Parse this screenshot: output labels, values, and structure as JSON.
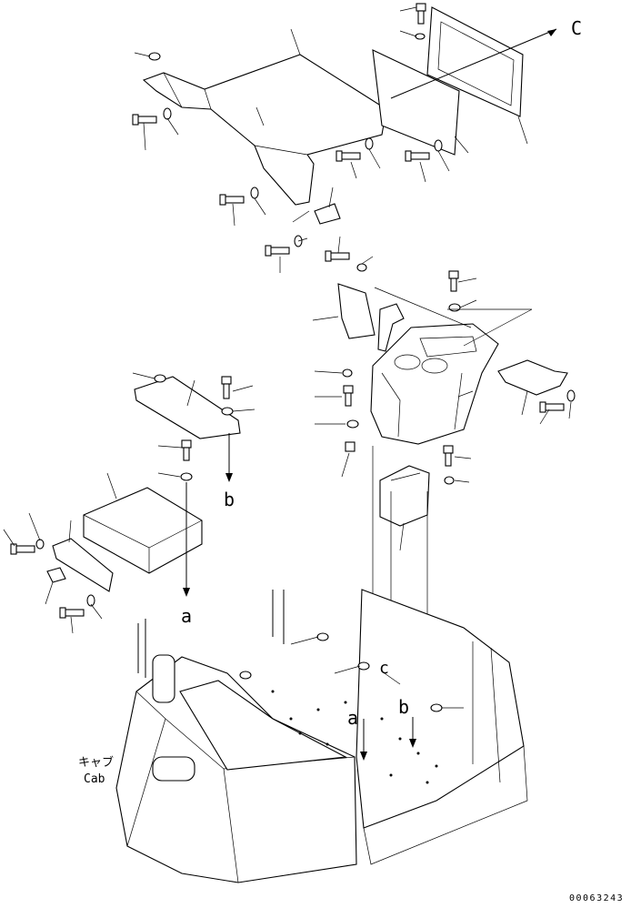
{
  "labels": {
    "ref_c_top": "C",
    "ref_c_cab": "c",
    "ref_a_bracket": "a",
    "ref_a_cab": "a",
    "ref_b_bracket": "b",
    "ref_b_cab": "b",
    "cab_jp": "キャブ",
    "cab_en": "Cab",
    "drawing_number": "00063243"
  }
}
